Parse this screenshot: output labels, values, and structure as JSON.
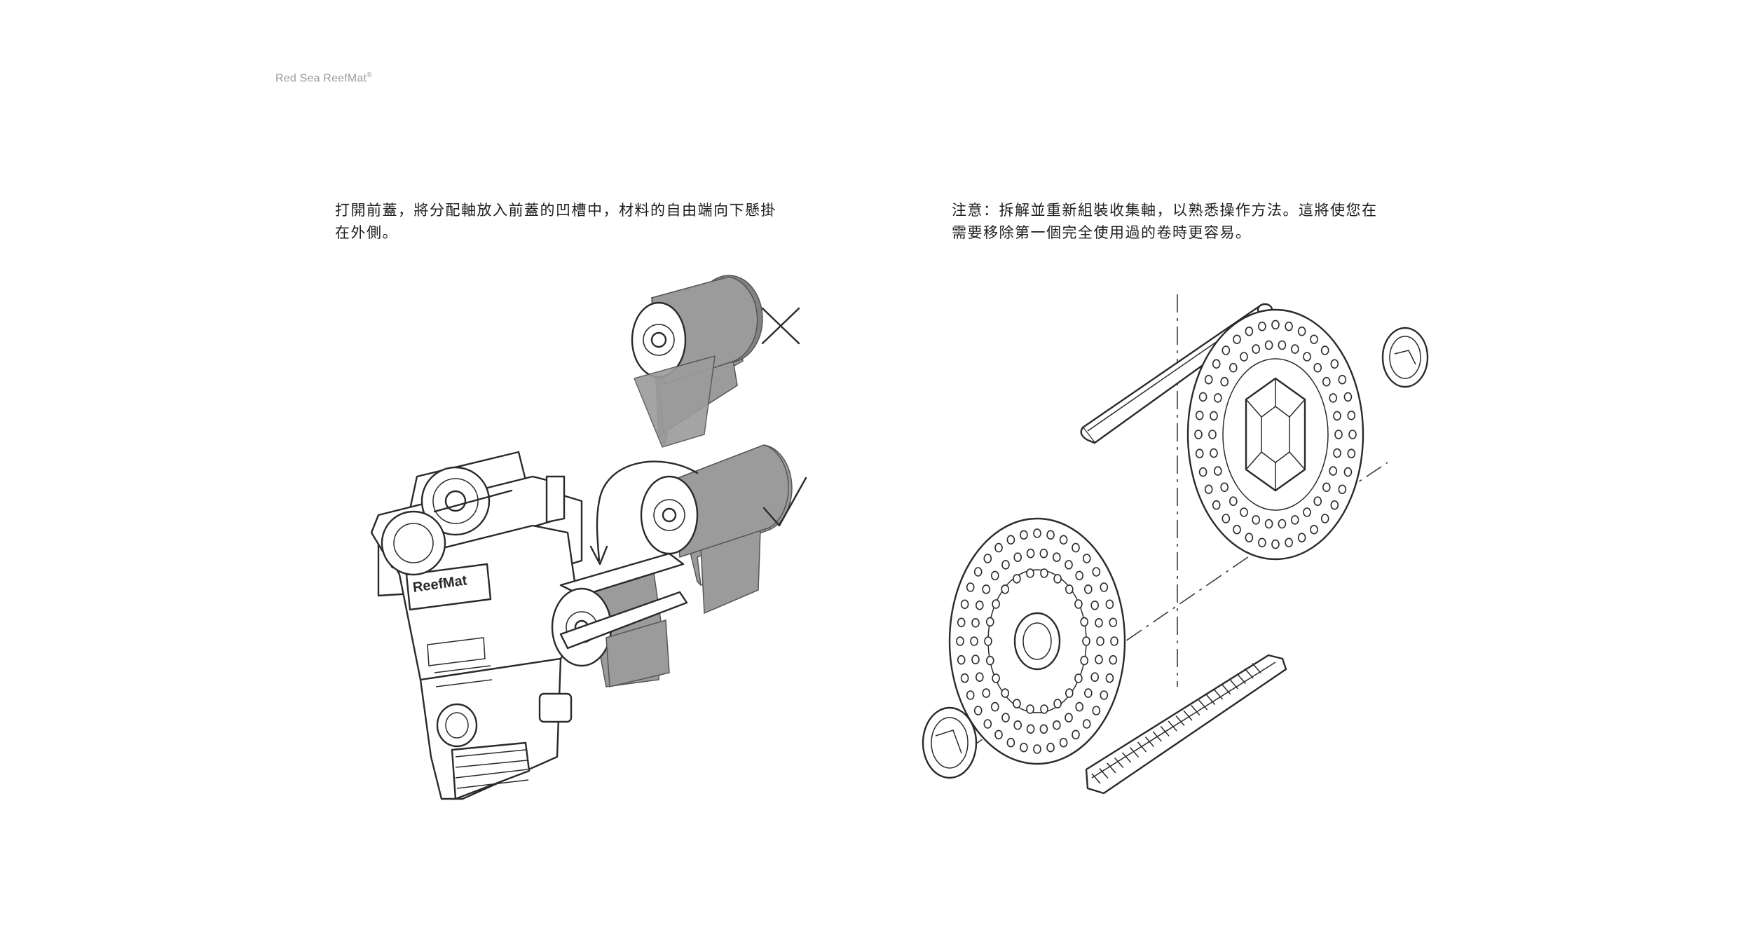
{
  "header": {
    "brand": "Red Sea ReefMat",
    "brand_mark": "®"
  },
  "left": {
    "instruction": "打開前蓋，將分配軸放入前蓋的凹槽中，材料的自由端向下懸掛\n在外側。",
    "device_logo": "ReefMat",
    "wrong_mark_icon": "cross-icon",
    "right_mark_icon": "checkmark-icon"
  },
  "right": {
    "instruction": "注意：拆解並重新組裝收集軸，以熟悉操作方法。這將使您在\n需要移除第一個完全使用過的卷時更容易。"
  }
}
